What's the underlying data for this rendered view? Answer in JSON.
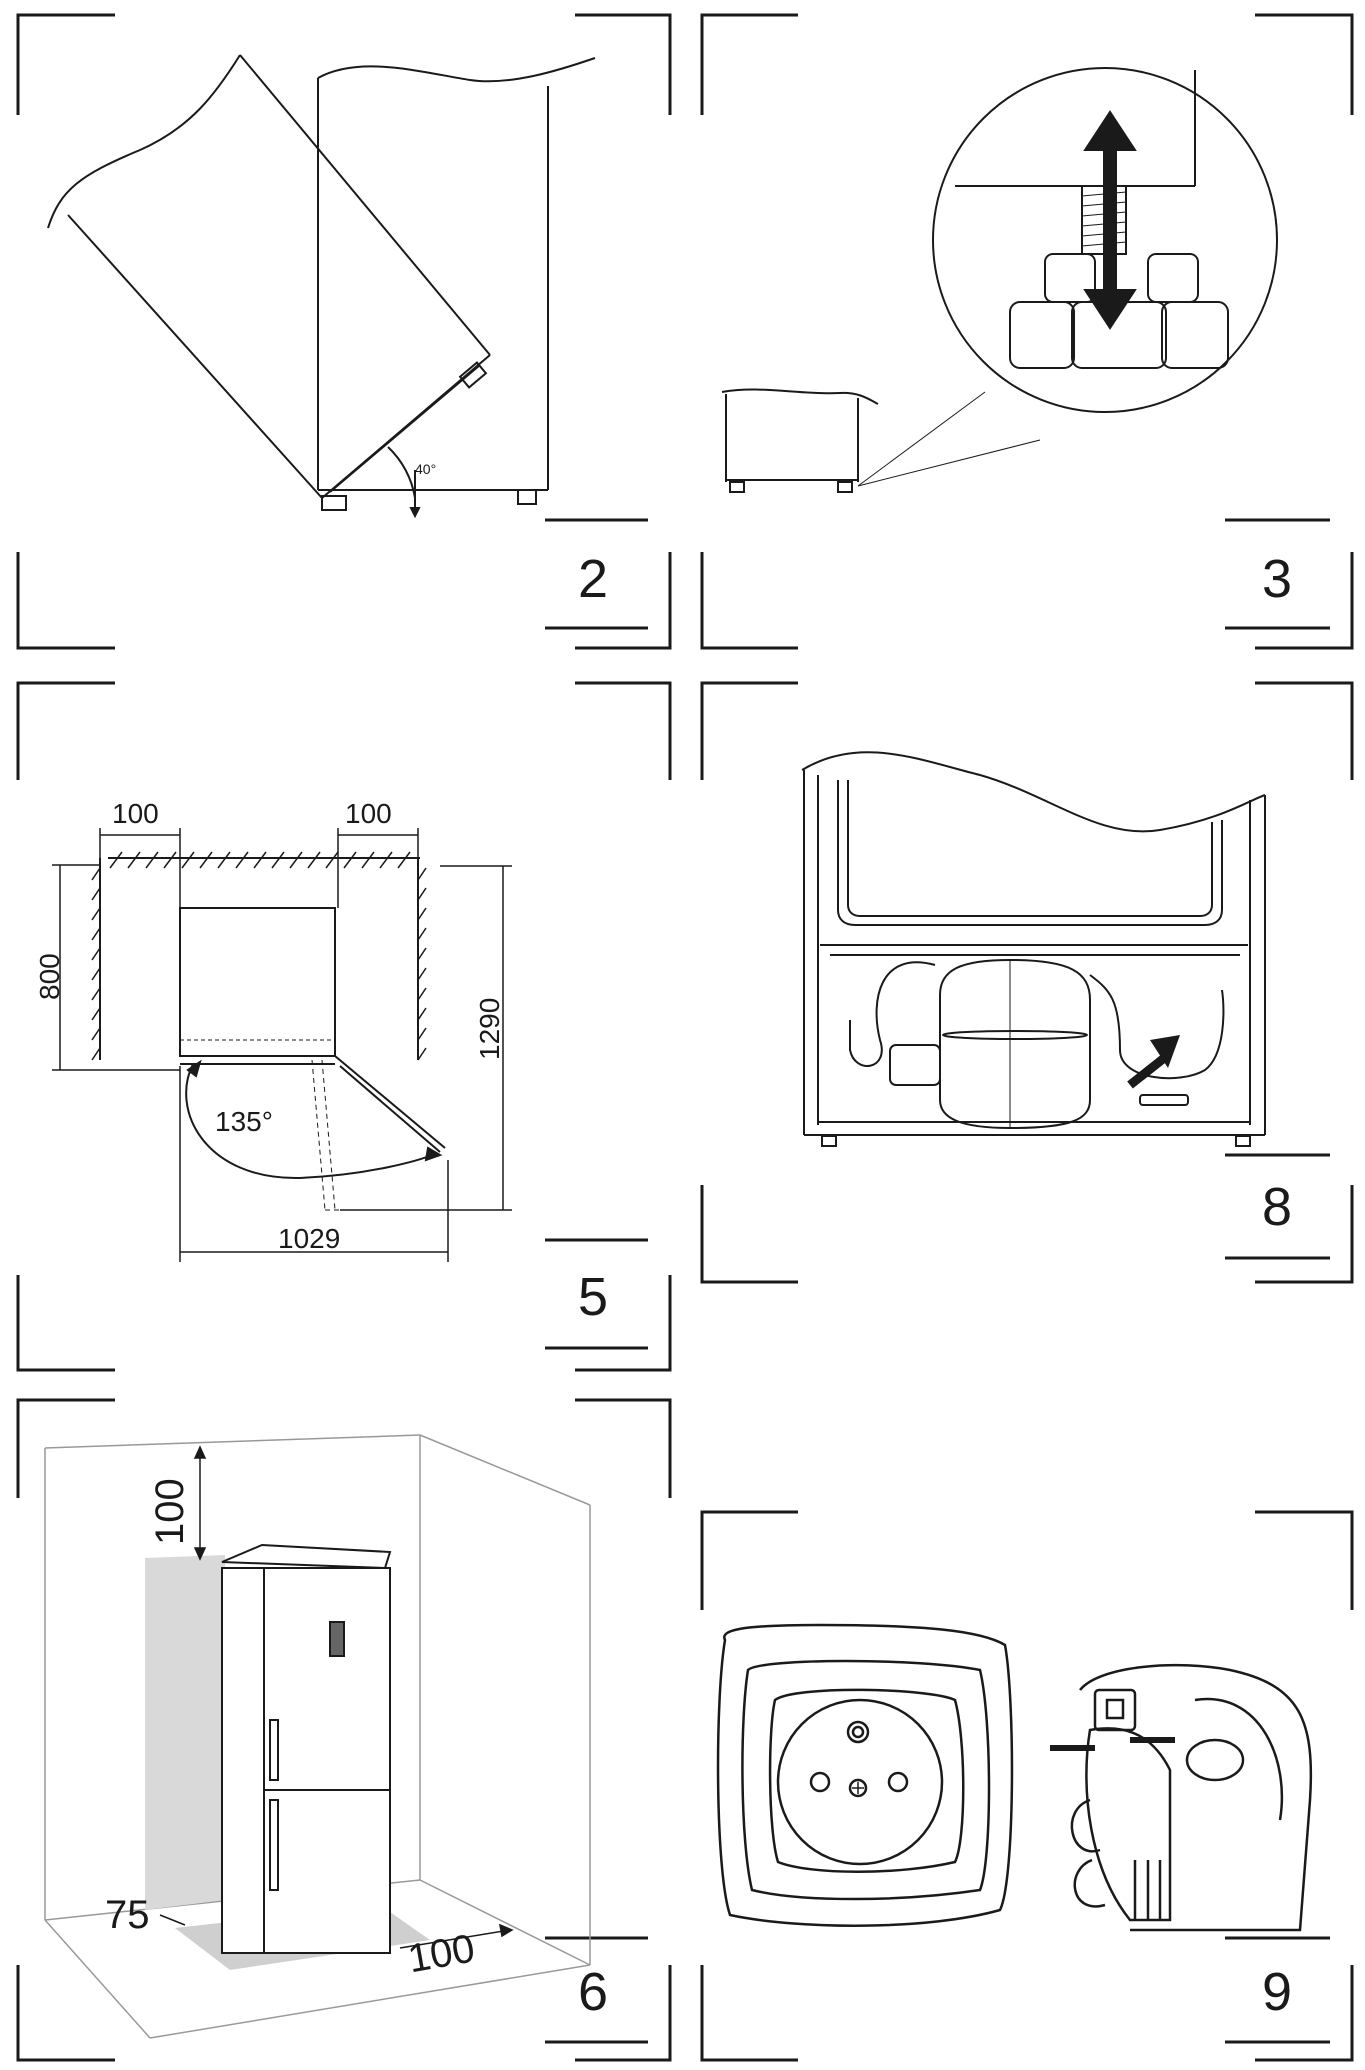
{
  "figures": [
    {
      "id": "2",
      "number": "2",
      "angle_label": "40°"
    },
    {
      "id": "3",
      "number": "3"
    },
    {
      "id": "5",
      "number": "5",
      "dims": {
        "left_gap": "100",
        "right_gap": "100",
        "depth": "800",
        "total_depth": "1290",
        "door_angle": "135°",
        "width": "1029"
      }
    },
    {
      "id": "8",
      "number": "8"
    },
    {
      "id": "6",
      "number": "6",
      "dims": {
        "top": "100",
        "side": "75",
        "back": "100"
      }
    },
    {
      "id": "9",
      "number": "9"
    }
  ]
}
